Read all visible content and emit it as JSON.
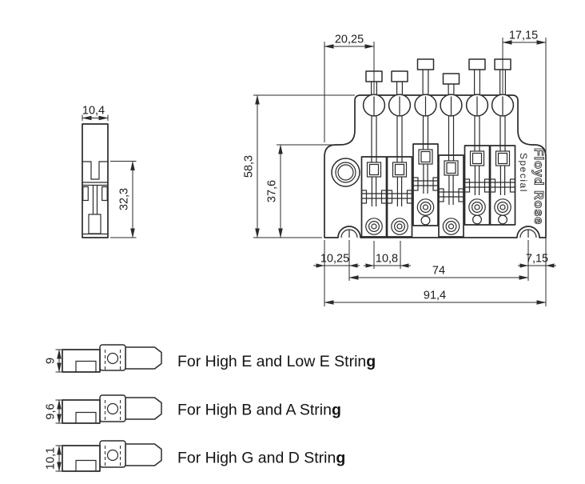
{
  "side_view": {
    "dim_width": "10,4",
    "dim_height": "32,3"
  },
  "front_view": {
    "dim_screw1_offset": "20,25",
    "dim_screw6_offset": "17,15",
    "dim_total_height": "58,3",
    "dim_plate_height": "37,6",
    "dim_stud_left_offset": "10,25",
    "dim_tuner_spacing": "10,8",
    "dim_stud_right_offset": "7,15",
    "dim_stud_spacing": "74",
    "dim_total_width": "91,4",
    "brand": "Floyd Rose",
    "model": "Special"
  },
  "saddle_profiles": [
    {
      "dim_height": "9",
      "label_text": "For High E and Low E Strin",
      "label_bold": "g"
    },
    {
      "dim_height": "9,6",
      "label_text": "For High B and A Strin",
      "label_bold": "g"
    },
    {
      "dim_height": "10,1",
      "label_text": "For High G and D Strin",
      "label_bold": "g"
    }
  ],
  "colors": {
    "line": "#2b2b2b",
    "background": "#ffffff"
  }
}
